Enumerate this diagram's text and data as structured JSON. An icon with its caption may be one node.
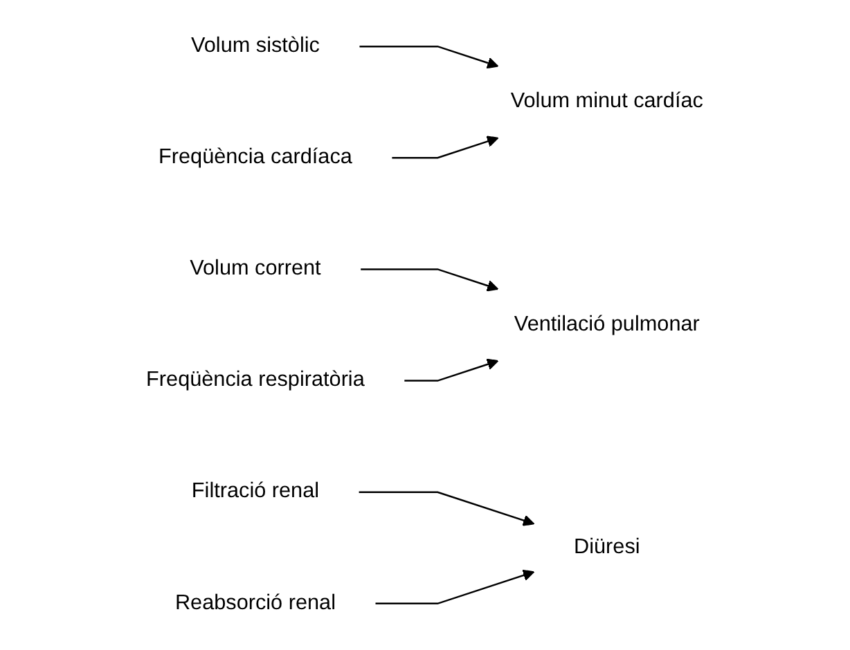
{
  "diagram": {
    "nodes": [
      {
        "text": [
          "Volum sistòlic"
        ]
      },
      {
        "text": [
          "Freqüència cardíaca"
        ]
      },
      {
        "text": [
          "Volum minut cardíac"
        ]
      },
      {
        "text": [
          "Volum corrent"
        ]
      },
      {
        "text": [
          "Freqüència respiratòria"
        ]
      },
      {
        "text": [
          "Ventilació pulmonar"
        ]
      },
      {
        "text": [
          "Filtració renal"
        ]
      },
      {
        "text": [
          "Reabsorció renal"
        ]
      },
      {
        "text": [
          "Diüresi"
        ]
      }
    ],
    "edges": [
      {
        "from": 0,
        "to": 2,
        "arrow": "to"
      },
      {
        "from": 1,
        "to": 2,
        "arrow": "to"
      },
      {
        "from": 3,
        "to": 5,
        "arrow": "to"
      },
      {
        "from": 4,
        "to": 5,
        "arrow": "to"
      },
      {
        "from": 6,
        "to": 8,
        "arrow": "to"
      },
      {
        "from": 7,
        "to": 8,
        "arrow": "to"
      }
    ]
  }
}
